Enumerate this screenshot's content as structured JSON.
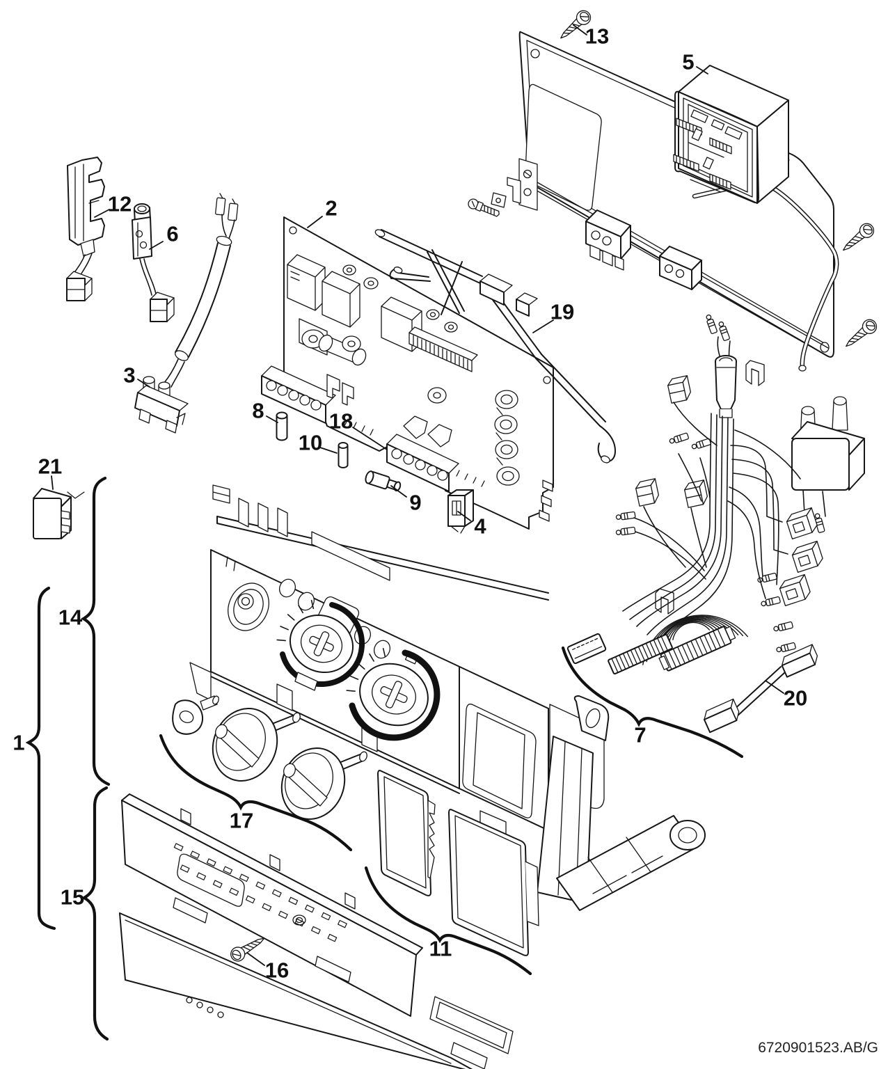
{
  "document": {
    "number": "6720901523.AB/G"
  },
  "diagram": {
    "kind": "exploded-parts-diagram",
    "colors": {
      "ink": "#161616",
      "paper": "#ffffff"
    }
  },
  "callouts": {
    "n1": "1",
    "n2": "2",
    "n3": "3",
    "n4": "4",
    "n5": "5",
    "n6": "6",
    "n7": "7",
    "n8": "8",
    "n9": "9",
    "n10": "10",
    "n11": "11",
    "n12": "12",
    "n13": "13",
    "n14": "14",
    "n15": "15",
    "n16": "16",
    "n17": "17",
    "n18": "18",
    "n19": "19",
    "n20": "20",
    "n21": "21"
  }
}
